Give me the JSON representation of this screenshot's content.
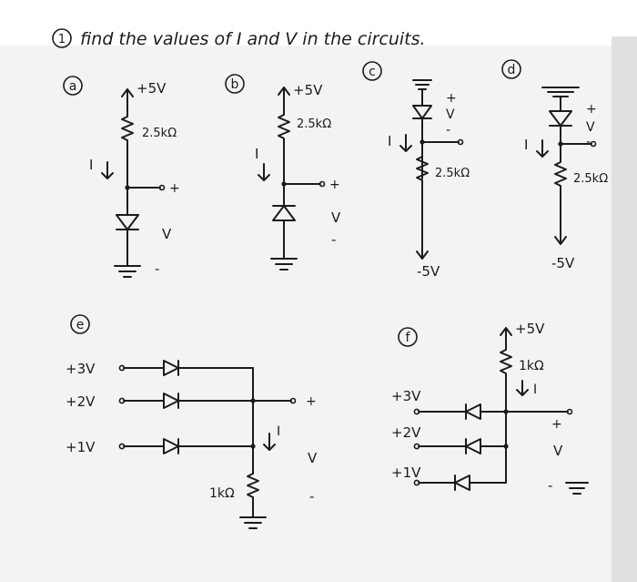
{
  "problem": {
    "number": "1",
    "statement": "find the values of I and V in the circuits."
  },
  "circuits": {
    "a": {
      "label": "a",
      "supply": "+5V",
      "resistor": "2.5kΩ",
      "current": "I",
      "plus": "+",
      "voltage": "V",
      "minus": "-"
    },
    "b": {
      "label": "b",
      "supply": "+5V",
      "resistor": "2.5kΩ",
      "current": "I",
      "plus": "+",
      "voltage": "V",
      "minus": "-"
    },
    "c": {
      "label": "c",
      "plus": "+",
      "voltage": "V",
      "minus": "-",
      "current": "I",
      "resistor": "2.5kΩ",
      "supply": "-5V"
    },
    "d": {
      "label": "d",
      "plus": "+",
      "voltage": "V",
      "minus": "-",
      "current": "I",
      "resistor": "2.5kΩ",
      "supply": "-5V"
    },
    "e": {
      "label": "e",
      "in1": "+3V",
      "in2": "+2V",
      "in3": "+1V",
      "current": "I",
      "plus": "+",
      "voltage": "V",
      "minus": "-",
      "resistor": "1kΩ"
    },
    "f": {
      "label": "f",
      "supply": "+5V",
      "resistor": "1kΩ",
      "current": "I",
      "in1": "+3V",
      "in2": "+2V",
      "in3": "+1V",
      "plus": "+",
      "voltage": "V",
      "minus": "-"
    }
  }
}
